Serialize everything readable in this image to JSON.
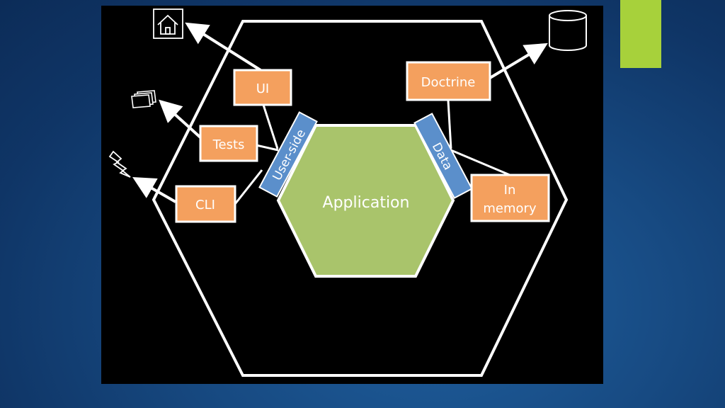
{
  "slide": {
    "accent_color": "#a7d13b",
    "background_color": "#174a82"
  },
  "diagram": {
    "core_label": "Application",
    "port_left_label": "User-side",
    "port_right_label": "Data",
    "adapters": {
      "ui": "UI",
      "tests": "Tests",
      "cli": "CLI",
      "doctrine": "Doctrine",
      "in_memory_line1": "In",
      "in_memory_line2": "memory"
    },
    "icons": [
      "house-icon",
      "documents-icon",
      "lightning-icon",
      "database-icon"
    ],
    "colors": {
      "core": "#a9c46b",
      "adapter": "#f4a05e",
      "port": "#5b8fcb",
      "lines": "#ffffff"
    }
  }
}
